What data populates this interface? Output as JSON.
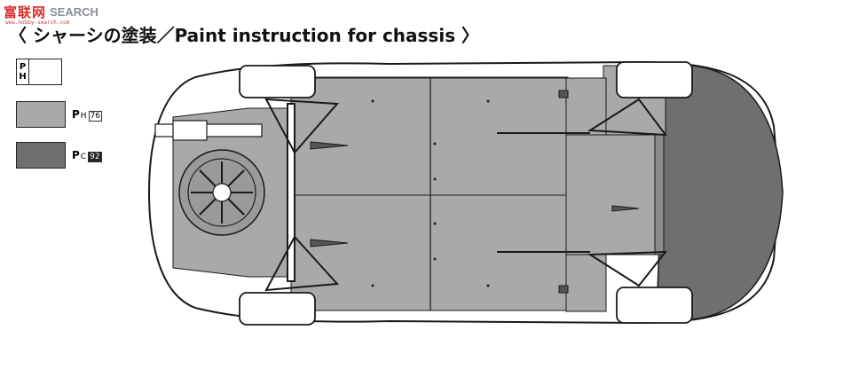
{
  "watermark": {
    "logo": "富联网",
    "text": "SEARCH",
    "url": "www.hobby-search.com"
  },
  "title": "〈 シャーシの塗装／Paint instruction for chassis 〉",
  "legend": {
    "blank": {
      "p": "P",
      "s": "H"
    },
    "items": [
      {
        "p": "P",
        "s": "H",
        "num": "76",
        "color": "#a9a9a9"
      },
      {
        "p": "P",
        "s": "C",
        "num": "92",
        "color": "#6f6f6f"
      }
    ]
  },
  "colors": {
    "light_gray": "#a9a9a9",
    "dark_gray": "#6f6f6f",
    "outline": "#1a1a1a",
    "tire": "#ffffff"
  }
}
